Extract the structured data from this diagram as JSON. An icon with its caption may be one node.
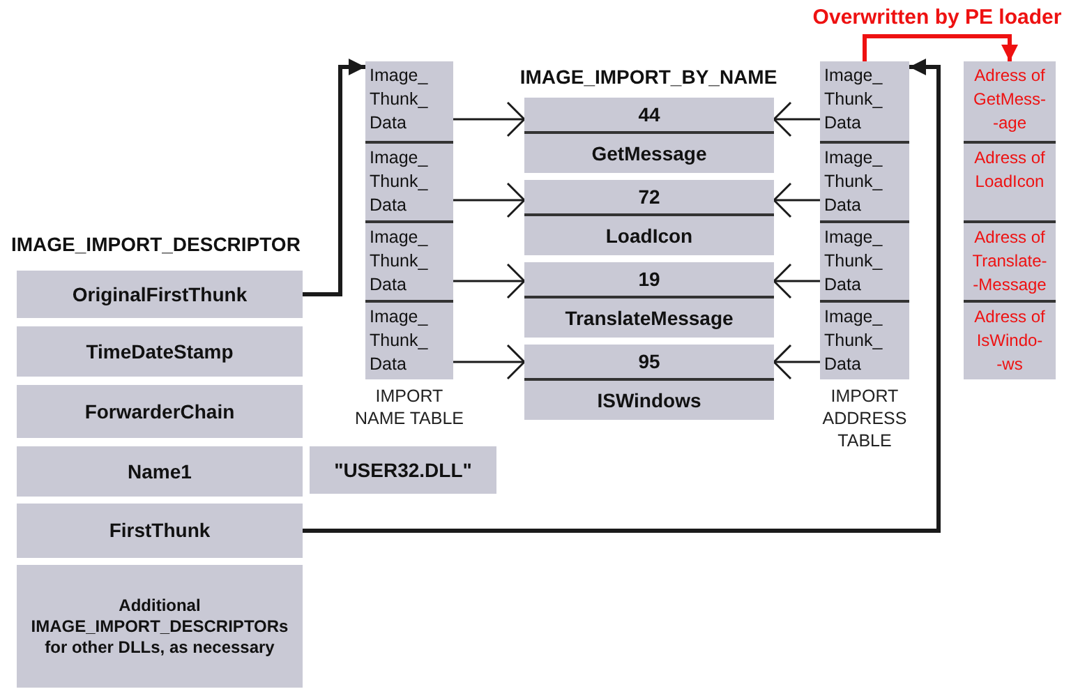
{
  "diagram": {
    "nodes": [
      {
        "text": [
          "OriginalFirstThunk"
        ]
      },
      {
        "text": [
          "TimeDateStamp"
        ]
      },
      {
        "text": [
          "ForwarderChain"
        ]
      },
      {
        "text": [
          "Name1"
        ]
      },
      {
        "text": [
          "FirstThunk"
        ]
      },
      {
        "text": [
          "Additional IMAGE_IMPORT_DESCRIPTORs for other DLLs, as necessary"
        ]
      },
      {
        "text": [],
        "shape": "box",
        "beside": [
          "IMPORT NAME TABLE"
        ]
      },
      {
        "text": [
          "Image_ Thunk_ Data"
        ],
        "in": 6
      },
      {
        "text": [
          "Image_ Thunk_ Data"
        ],
        "in": 6
      },
      {
        "text": [
          "Image_ Thunk_ Data"
        ],
        "in": 6
      },
      {
        "text": [
          "Image_ Thunk_ Data"
        ],
        "in": 6
      },
      {
        "text": [
          "44",
          "GetMessage"
        ]
      },
      {
        "text": [
          "72",
          "LoadIcon"
        ]
      },
      {
        "text": [
          "19",
          "TranslateMessage"
        ]
      },
      {
        "text": [
          "95",
          "ISWindows"
        ]
      },
      {
        "text": [
          "\"USER32.DLL\""
        ]
      },
      {
        "text": [],
        "shape": "box",
        "beside": [
          "IMPORT ADDRESS TABLE"
        ]
      },
      {
        "text": [
          "Image_ Thunk_ Data"
        ],
        "in": 16
      },
      {
        "text": [
          "Image_ Thunk_ Data"
        ],
        "in": 16
      },
      {
        "text": [
          "Image_ Thunk_ Data"
        ],
        "in": 16
      },
      {
        "text": [
          "Image_ Thunk_ Data"
        ],
        "in": 16
      },
      {
        "text": [],
        "shape": "box"
      },
      {
        "text": [
          "Adress of GetMess- -age"
        ],
        "in": 21
      },
      {
        "text": [
          "Adress of LoadIcon"
        ],
        "in": 21
      },
      {
        "text": [
          "Adress of Translate- -Message"
        ],
        "in": 21
      },
      {
        "text": [
          "Adress of IsWindo- -ws"
        ],
        "in": 21
      }
    ],
    "edges": [
      {
        "from": 0,
        "to": 6,
        "arrow": "to",
        "style": "thick"
      },
      {
        "from": 7,
        "to": 11,
        "arrow": "to"
      },
      {
        "from": 8,
        "to": 12,
        "arrow": "to"
      },
      {
        "from": 9,
        "to": 13,
        "arrow": "to"
      },
      {
        "from": 10,
        "to": 14,
        "arrow": "to"
      },
      {
        "from": 17,
        "to": 11,
        "arrow": "to"
      },
      {
        "from": 18,
        "to": 12,
        "arrow": "to"
      },
      {
        "from": 19,
        "to": 13,
        "arrow": "to"
      },
      {
        "from": 20,
        "to": 14,
        "arrow": "to"
      },
      {
        "from": 4,
        "to": 16,
        "arrow": "to",
        "style": "thick"
      },
      {
        "from": 16,
        "to": 21,
        "arrow": "to",
        "style": "thick",
        "color": "#ee1111",
        "label": "Overwritten by PE loader"
      }
    ],
    "labels": [
      "IMAGE_IMPORT_DESCRIPTOR",
      "IMAGE_IMPORT_BY_NAME"
    ]
  }
}
